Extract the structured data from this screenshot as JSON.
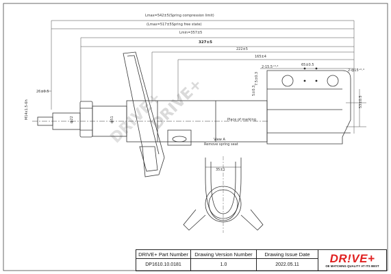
{
  "dimensions": {
    "lmax": "Lmax=542±5(Spring compression limit)",
    "lmax_free": "(Lmax=517±5Spring free state)",
    "lmin": "Lmin=357±5",
    "overall": "327±5",
    "d222": "222±5",
    "d165": "165±4",
    "hole_left": "2-15.5⁺⁰·⁴",
    "d65": "65±0.5",
    "hole_right": "2-ф15⁺⁰·⁴",
    "d75": "7.5±0.3",
    "d5": "5±0.3",
    "d26": "26±0.5",
    "thread": "M14x1.5-6h",
    "d22": "ф22",
    "d51": "ф51",
    "d53": "53±0.5",
    "d35": "35±1",
    "place_marking": "Place of marking",
    "view_a1": "View A",
    "view_a2": "Remove spring seat"
  },
  "watermark": {
    "brand": "DRIVE+"
  },
  "title_block": {
    "part_label": "DRIVE+ Part Number",
    "version_label": "Drawing Version  Number",
    "date_label": "Drawing Issue Date",
    "part_value": "DP1610.10.0181",
    "version_value": "1.0",
    "date_value": "2022.05.11",
    "logo": "DR!VE+",
    "tagline": "OE MATCHING QUALITY AT ITS BEST"
  },
  "colors": {
    "logo": "#e02020",
    "line": "#333333"
  }
}
